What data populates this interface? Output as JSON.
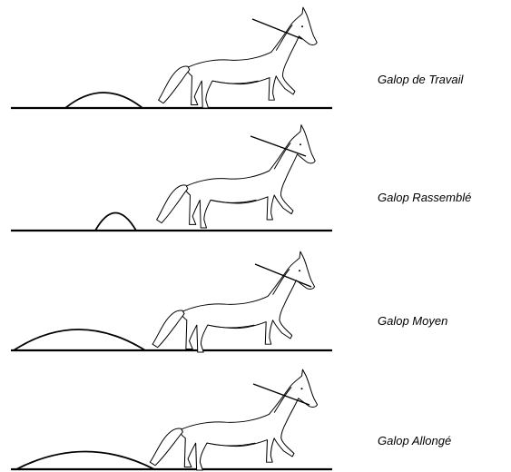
{
  "gaits": [
    {
      "label": "Galop de Travail"
    },
    {
      "label": "Galop Rassemblé"
    },
    {
      "label": "Galop Moyen"
    },
    {
      "label": "Galop Allongé"
    }
  ]
}
